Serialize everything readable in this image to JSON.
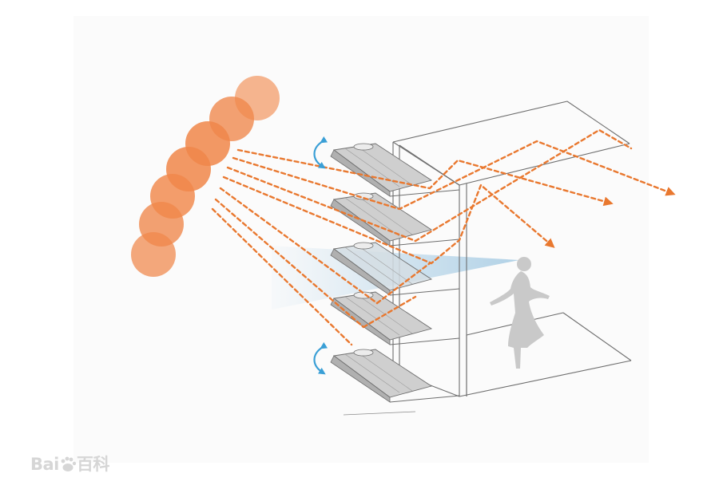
{
  "watermark": {
    "part1": "Bai",
    "part2": "百科"
  },
  "colors": {
    "sun": "#f0874a",
    "rays": "#e9782f",
    "structure": "#6e6e6e",
    "louver": "#c6c6c6",
    "rotation_arrow": "#3a9fd6",
    "person": "#c8c8c8",
    "view_cone": "#bcd9ec",
    "watermark": "#d6d6d6"
  },
  "icons": {
    "sun_positions": "sun-path-circles",
    "rotation": "curved-double-arrow-icon",
    "person": "person-silhouette-icon"
  }
}
